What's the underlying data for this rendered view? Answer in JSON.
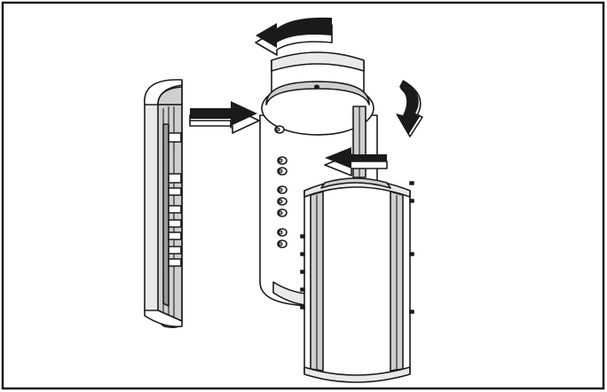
{
  "figure": {
    "frame_color": "#1a1a1a",
    "background": "#ffffff",
    "fill_light": "#e9e9e9",
    "fill_mid": "#cfcfcf",
    "fill_dark": "#9a9a9a",
    "ink": "#1a1a1a"
  },
  "parts": {
    "left_segment": "half-cylinder-segment",
    "center_body": "cylinder-body",
    "front_segment": "half-cylinder-segment"
  },
  "arrows": {
    "insert_left": "arrow-right",
    "rotate_top": "arrow-rotate-left",
    "rotate_right": "arrow-rotate-down",
    "insert_front": "arrow-left"
  }
}
